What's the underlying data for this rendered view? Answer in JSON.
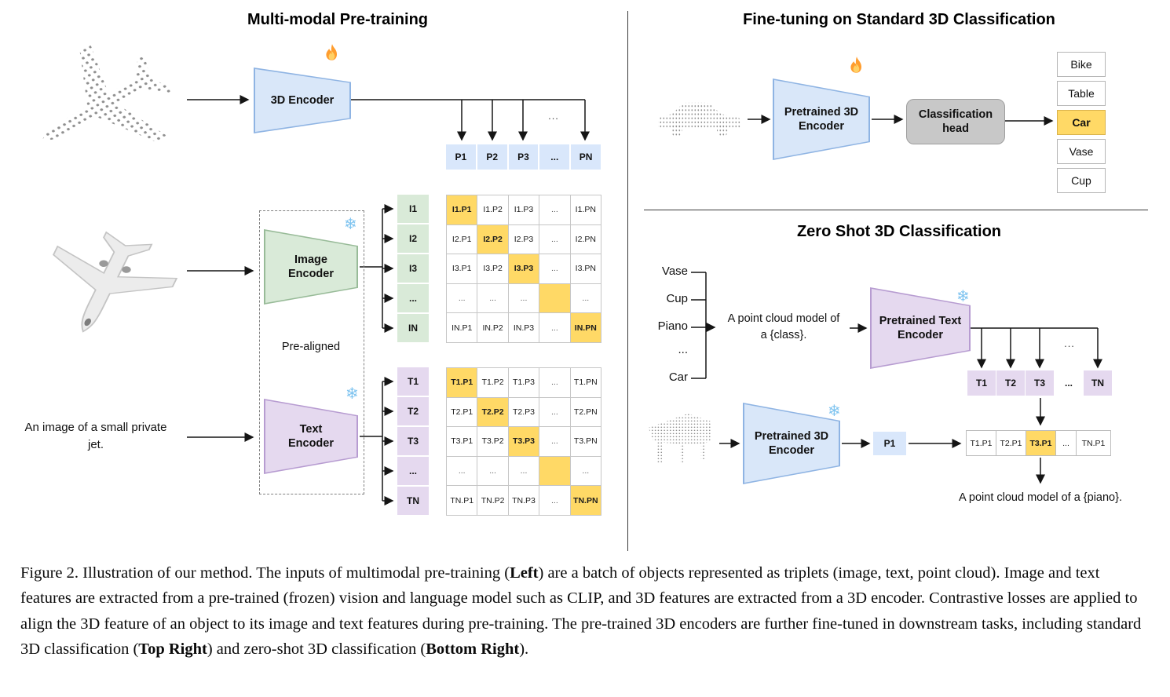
{
  "left": {
    "title": "Multi-modal Pre-training",
    "encoder_3d": "3D Encoder",
    "image_encoder": "Image\nEncoder",
    "text_encoder": "Text\nEncoder",
    "pre_aligned": "Pre-aligned",
    "input_text": "An image of a small private jet.",
    "dots": "...",
    "p_row": [
      "P1",
      "P2",
      "P3",
      "...",
      "PN"
    ],
    "i_col": [
      "I1",
      "I2",
      "I3",
      "...",
      "IN"
    ],
    "t_col": [
      "T1",
      "T2",
      "T3",
      "...",
      "TN"
    ],
    "i_matrix": [
      [
        "I1.P1",
        "I1.P2",
        "I1.P3",
        "...",
        "I1.PN"
      ],
      [
        "I2.P1",
        "I2.P2",
        "I2.P3",
        "...",
        "I2.PN"
      ],
      [
        "I3.P1",
        "I3.P2",
        "I3.P3",
        "...",
        "I3.PN"
      ],
      [
        "...",
        "...",
        "...",
        "",
        "..."
      ],
      [
        "IN.P1",
        "IN.P2",
        "IN.P3",
        "...",
        "IN.PN"
      ]
    ],
    "t_matrix": [
      [
        "T1.P1",
        "T1.P2",
        "T1.P3",
        "...",
        "T1.PN"
      ],
      [
        "T2.P1",
        "T2.P2",
        "T2.P3",
        "...",
        "T2.PN"
      ],
      [
        "T3.P1",
        "T3.P2",
        "T3.P3",
        "...",
        "T3.PN"
      ],
      [
        "...",
        "...",
        "...",
        "",
        "..."
      ],
      [
        "TN.P1",
        "TN.P2",
        "TN.P3",
        "...",
        "TN.PN"
      ]
    ]
  },
  "finetune": {
    "title": "Fine-tuning on Standard 3D Classification",
    "encoder": "Pretrained 3D\nEncoder",
    "head": "Classification\nhead",
    "classes": [
      "Bike",
      "Table",
      "Car",
      "Vase",
      "Cup"
    ],
    "highlighted_class": "Car"
  },
  "zeroshot": {
    "title": "Zero Shot 3D Classification",
    "class_list": [
      "Vase",
      "Cup",
      "Piano",
      "...",
      "Car"
    ],
    "prompt": "A point cloud model of\na {class}.",
    "text_encoder": "Pretrained Text\nEncoder",
    "encoder_3d": "Pretrained 3D\nEncoder",
    "p_cell": "P1",
    "t_row": [
      "T1",
      "T2",
      "T3",
      "...",
      "TN"
    ],
    "result_row": [
      "T1.P1",
      "T2.P1",
      "T3.P1",
      "...",
      "TN.P1"
    ],
    "dots": "...",
    "output": "A point cloud model of a {piano}."
  },
  "icons": {
    "snowflake": "❄"
  },
  "colors": {
    "highlight": "#FFD966",
    "blue_cell": "#D9E7FB",
    "green_cell": "#D9EAD8",
    "purple_cell": "#E5D9EF",
    "head_gray": "#C8C8C8"
  },
  "caption": {
    "segments": [
      {
        "text": "Figure 2. Illustration of our method. The inputs of multimodal pre-training (",
        "bold": false
      },
      {
        "text": "Left",
        "bold": true
      },
      {
        "text": ") are a batch of objects represented as triplets (image, text, point cloud). Image and text features are extracted from a pre-trained (frozen) vision and language model such as CLIP, and 3D features are extracted from a 3D encoder. Contrastive losses are applied to align the 3D feature of an object to its image and text features during pre-training. The pre-trained 3D encoders are further fine-tuned in downstream tasks, including standard 3D classification (",
        "bold": false
      },
      {
        "text": "Top Right",
        "bold": true
      },
      {
        "text": ") and zero-shot 3D classification (",
        "bold": false
      },
      {
        "text": "Bottom Right",
        "bold": true
      },
      {
        "text": ").",
        "bold": false
      }
    ]
  }
}
